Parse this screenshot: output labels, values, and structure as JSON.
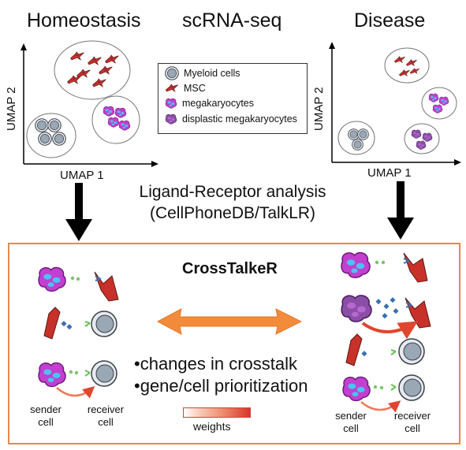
{
  "panels": {
    "homeostasis_title": "Homeostasis",
    "scrna_title": "scRNA-seq",
    "disease_title": "Disease"
  },
  "axes": {
    "x_label": "UMAP 1",
    "y_label": "UMAP 2"
  },
  "legend": {
    "items": [
      {
        "label": "Myeloid cells",
        "icon": "myeloid-cell-icon"
      },
      {
        "label": "MSC",
        "icon": "msc-cell-icon"
      },
      {
        "label": "megakaryocytes",
        "icon": "megakaryocyte-icon"
      },
      {
        "label": "displastic megakaryocytes",
        "icon": "displastic-megakaryocyte-icon"
      }
    ]
  },
  "analysis": {
    "line1": "Ligand-Receptor analysis",
    "line2": "(CellPhoneDB/TalkLR)"
  },
  "crosstalker": {
    "name": "CrossTalkeR",
    "bullets": [
      "•changes in crosstalk",
      "•gene/cell prioritization"
    ],
    "sender_label": "sender\ncell",
    "receiver_label": "receiver\ncell",
    "weights_label": "weights"
  },
  "colors": {
    "accent_orange": "#e8884a",
    "msc_red": "#c8302a",
    "megakaryocyte_magenta": "#c23fd0",
    "displastic_purple": "#8b4ea6",
    "nucleus_cyan": "#49c4f0",
    "myeloid_gray": "#9aa7b4",
    "arrow_red": "#e0462e"
  }
}
